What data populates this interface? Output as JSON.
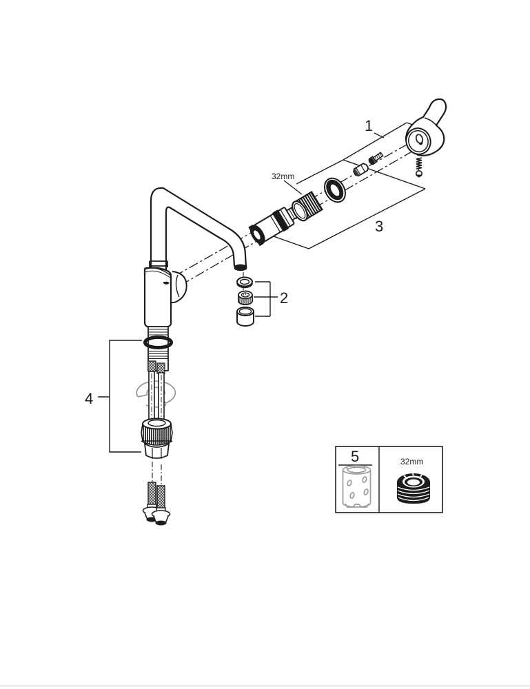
{
  "page": {
    "background_color": "#ffffff",
    "bottom_rule_color": "#dcdcdc"
  },
  "diagram": {
    "line_color": "#1c1c1c",
    "phantom_part_color": "#9b9b9b",
    "callout_labels": {
      "one": "1",
      "two": "2",
      "three": "3",
      "four": "4",
      "five": "5"
    },
    "annotations": {
      "cartridge_ring_size": "32mm",
      "inset_ring_size": "32mm"
    }
  }
}
